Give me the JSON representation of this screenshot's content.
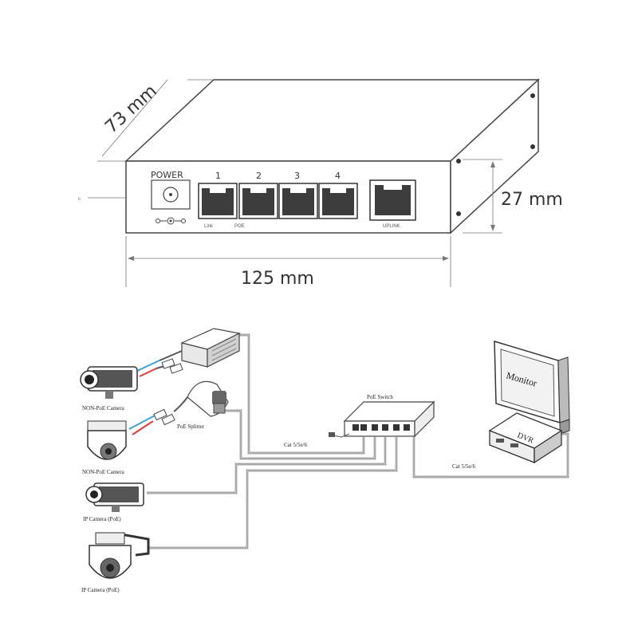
{
  "switch_drawing": {
    "dim_depth": "73 mm",
    "dim_height": "27 mm",
    "dim_width": "125 mm",
    "power_label": "POWER",
    "port_numbers": [
      "1",
      "2",
      "3",
      "4"
    ],
    "left_marker": "c",
    "link_label": "Link",
    "poe_label": "POE",
    "uplink_label": "UPLINK"
  },
  "network_diagram": {
    "poe_switch": "PoE Switch",
    "poe_splitter": "PoE Splitter",
    "cable_left": "Cat 5/5e/6",
    "cable_right": "Cat 5/5e/6",
    "monitor": "Monitor",
    "dvr": "DVR",
    "cameras": [
      "NON-PoE Camera",
      "NON-PoE Camera",
      "IP Camera (PoE)",
      "IP Camera (PoE)"
    ]
  },
  "colors": {
    "line": "#4a4a4a",
    "red_wire": "#e23b3b",
    "blue_wire": "#3aa0d8"
  }
}
